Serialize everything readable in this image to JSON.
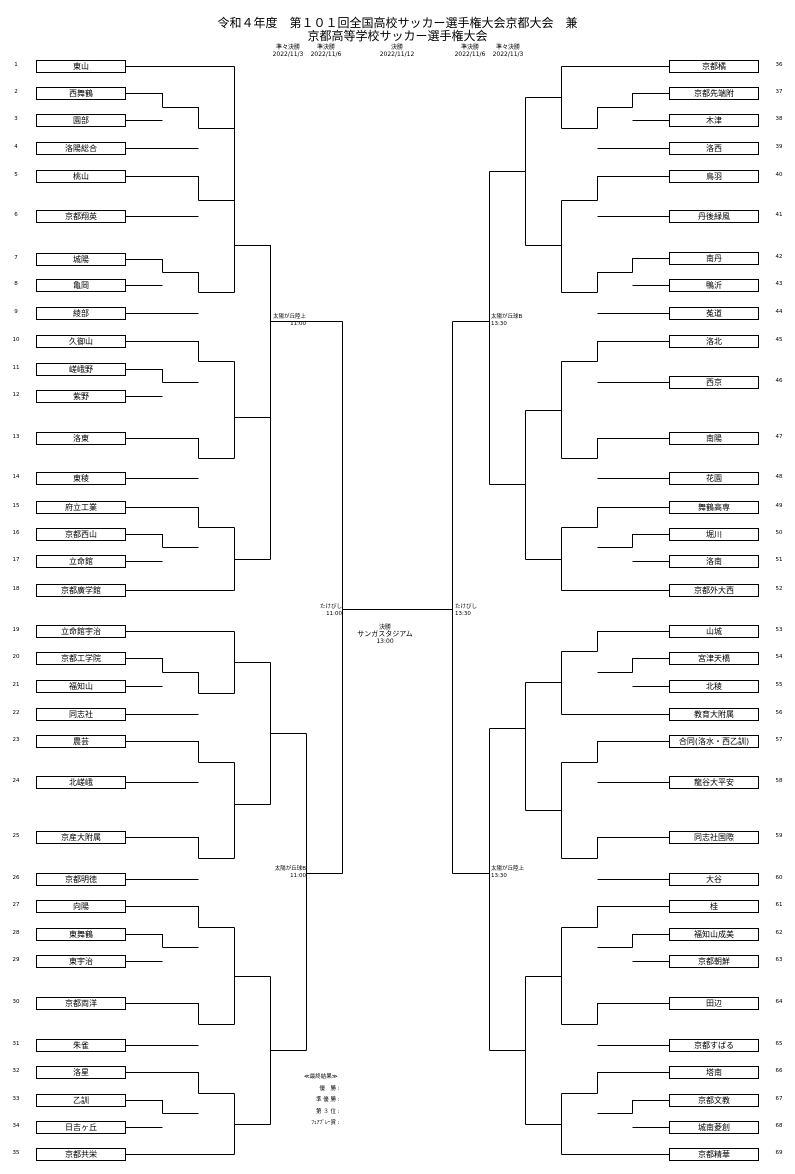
{
  "title": {
    "line1": "令和４年度　第１０１回全国高校サッカー選手権大会京都大会　兼",
    "line2": "京都高等学校サッカー選手権大会"
  },
  "rounds_left": {
    "qf": "準々決勝",
    "qf_date": "2022/11/3",
    "sf": "準決勝",
    "sf_date": "2022/11/6"
  },
  "final_round": {
    "label": "決勝",
    "date": "2022/11/12"
  },
  "rounds_right": {
    "sf": "準決勝",
    "sf_date": "2022/11/6",
    "qf": "準々決勝",
    "qf_date": "2022/11/3"
  },
  "left_teams": [
    {
      "no": "1",
      "name": "東山"
    },
    {
      "no": "2",
      "name": "西舞鶴"
    },
    {
      "no": "3",
      "name": "園部"
    },
    {
      "no": "4",
      "name": "洛陽総合"
    },
    {
      "no": "5",
      "name": "桃山"
    },
    {
      "no": "6",
      "name": "京都翔英"
    },
    {
      "no": "7",
      "name": "城陽"
    },
    {
      "no": "8",
      "name": "亀岡"
    },
    {
      "no": "9",
      "name": "綾部"
    },
    {
      "no": "10",
      "name": "久御山"
    },
    {
      "no": "11",
      "name": "嵯峨野"
    },
    {
      "no": "12",
      "name": "紫野"
    },
    {
      "no": "13",
      "name": "洛東"
    },
    {
      "no": "14",
      "name": "東稜"
    },
    {
      "no": "15",
      "name": "府立工業"
    },
    {
      "no": "16",
      "name": "京都西山"
    },
    {
      "no": "17",
      "name": "立命館"
    },
    {
      "no": "18",
      "name": "京都廣学館"
    },
    {
      "no": "19",
      "name": "立命館宇治"
    },
    {
      "no": "20",
      "name": "京都工学院"
    },
    {
      "no": "21",
      "name": "福知山"
    },
    {
      "no": "22",
      "name": "同志社"
    },
    {
      "no": "23",
      "name": "農芸"
    },
    {
      "no": "24",
      "name": "北嵯峨"
    },
    {
      "no": "25",
      "name": "京産大附属"
    },
    {
      "no": "26",
      "name": "京都明徳"
    },
    {
      "no": "27",
      "name": "向陽"
    },
    {
      "no": "28",
      "name": "東舞鶴"
    },
    {
      "no": "29",
      "name": "東宇治"
    },
    {
      "no": "30",
      "name": "京都両洋"
    },
    {
      "no": "31",
      "name": "朱雀"
    },
    {
      "no": "32",
      "name": "洛星"
    },
    {
      "no": "33",
      "name": "乙訓"
    },
    {
      "no": "34",
      "name": "日吉ヶ丘"
    },
    {
      "no": "35",
      "name": "京都共栄"
    }
  ],
  "right_teams": [
    {
      "no": "36",
      "name": "京都橘"
    },
    {
      "no": "37",
      "name": "京都先端附"
    },
    {
      "no": "38",
      "name": "木津"
    },
    {
      "no": "39",
      "name": "洛西"
    },
    {
      "no": "40",
      "name": "鳥羽"
    },
    {
      "no": "41",
      "name": "丹後緑風"
    },
    {
      "no": "42",
      "name": "南丹"
    },
    {
      "no": "43",
      "name": "鴨沂"
    },
    {
      "no": "44",
      "name": "菟道"
    },
    {
      "no": "45",
      "name": "洛北"
    },
    {
      "no": "46",
      "name": "西京"
    },
    {
      "no": "47",
      "name": "南陽"
    },
    {
      "no": "48",
      "name": "花園"
    },
    {
      "no": "49",
      "name": "舞鶴高専"
    },
    {
      "no": "50",
      "name": "堀川"
    },
    {
      "no": "51",
      "name": "洛南"
    },
    {
      "no": "52",
      "name": "京都外大西"
    },
    {
      "no": "53",
      "name": "山城"
    },
    {
      "no": "54",
      "name": "宮津天橋"
    },
    {
      "no": "55",
      "name": "北稜"
    },
    {
      "no": "56",
      "name": "教育大附属"
    },
    {
      "no": "57",
      "name": "合同(洛水・西乙訓)"
    },
    {
      "no": "58",
      "name": "龍谷大平安"
    },
    {
      "no": "59",
      "name": "同志社国際"
    },
    {
      "no": "60",
      "name": "大谷"
    },
    {
      "no": "61",
      "name": "桂"
    },
    {
      "no": "62",
      "name": "福知山成美"
    },
    {
      "no": "63",
      "name": "京都朝鮮"
    },
    {
      "no": "64",
      "name": "田辺"
    },
    {
      "no": "65",
      "name": "京都すばる"
    },
    {
      "no": "66",
      "name": "塔南"
    },
    {
      "no": "67",
      "name": "京都文教"
    },
    {
      "no": "68",
      "name": "城南菱創"
    },
    {
      "no": "69",
      "name": "京都精華"
    }
  ],
  "venues": {
    "left_qf_top": {
      "place": "太陽が丘陸上",
      "time": "11:00"
    },
    "left_qf_bottom": {
      "place": "太陽が丘球B",
      "time": "11:00"
    },
    "left_sf": {
      "place": "たけびし",
      "time": "11:00"
    },
    "right_qf_top": {
      "place": "太陽が丘球B",
      "time": "13:30"
    },
    "right_qf_bottom": {
      "place": "太陽が丘陸上",
      "time": "13:30"
    },
    "right_sf": {
      "place": "たけびし",
      "time": "13:30"
    }
  },
  "final": {
    "label": "決勝",
    "venue": "サンガスタジアム",
    "time": "13:00"
  },
  "results": {
    "title": "≪最終結果≫",
    "rows": [
      {
        "label": "優　勝",
        "value": ":"
      },
      {
        "label": "準 優 勝",
        "value": ":"
      },
      {
        "label": "第 ３ 位",
        "value": ":"
      },
      {
        "label": "ﾌｪｱﾌﾟﾚｰ賞",
        "value": ":"
      }
    ]
  }
}
